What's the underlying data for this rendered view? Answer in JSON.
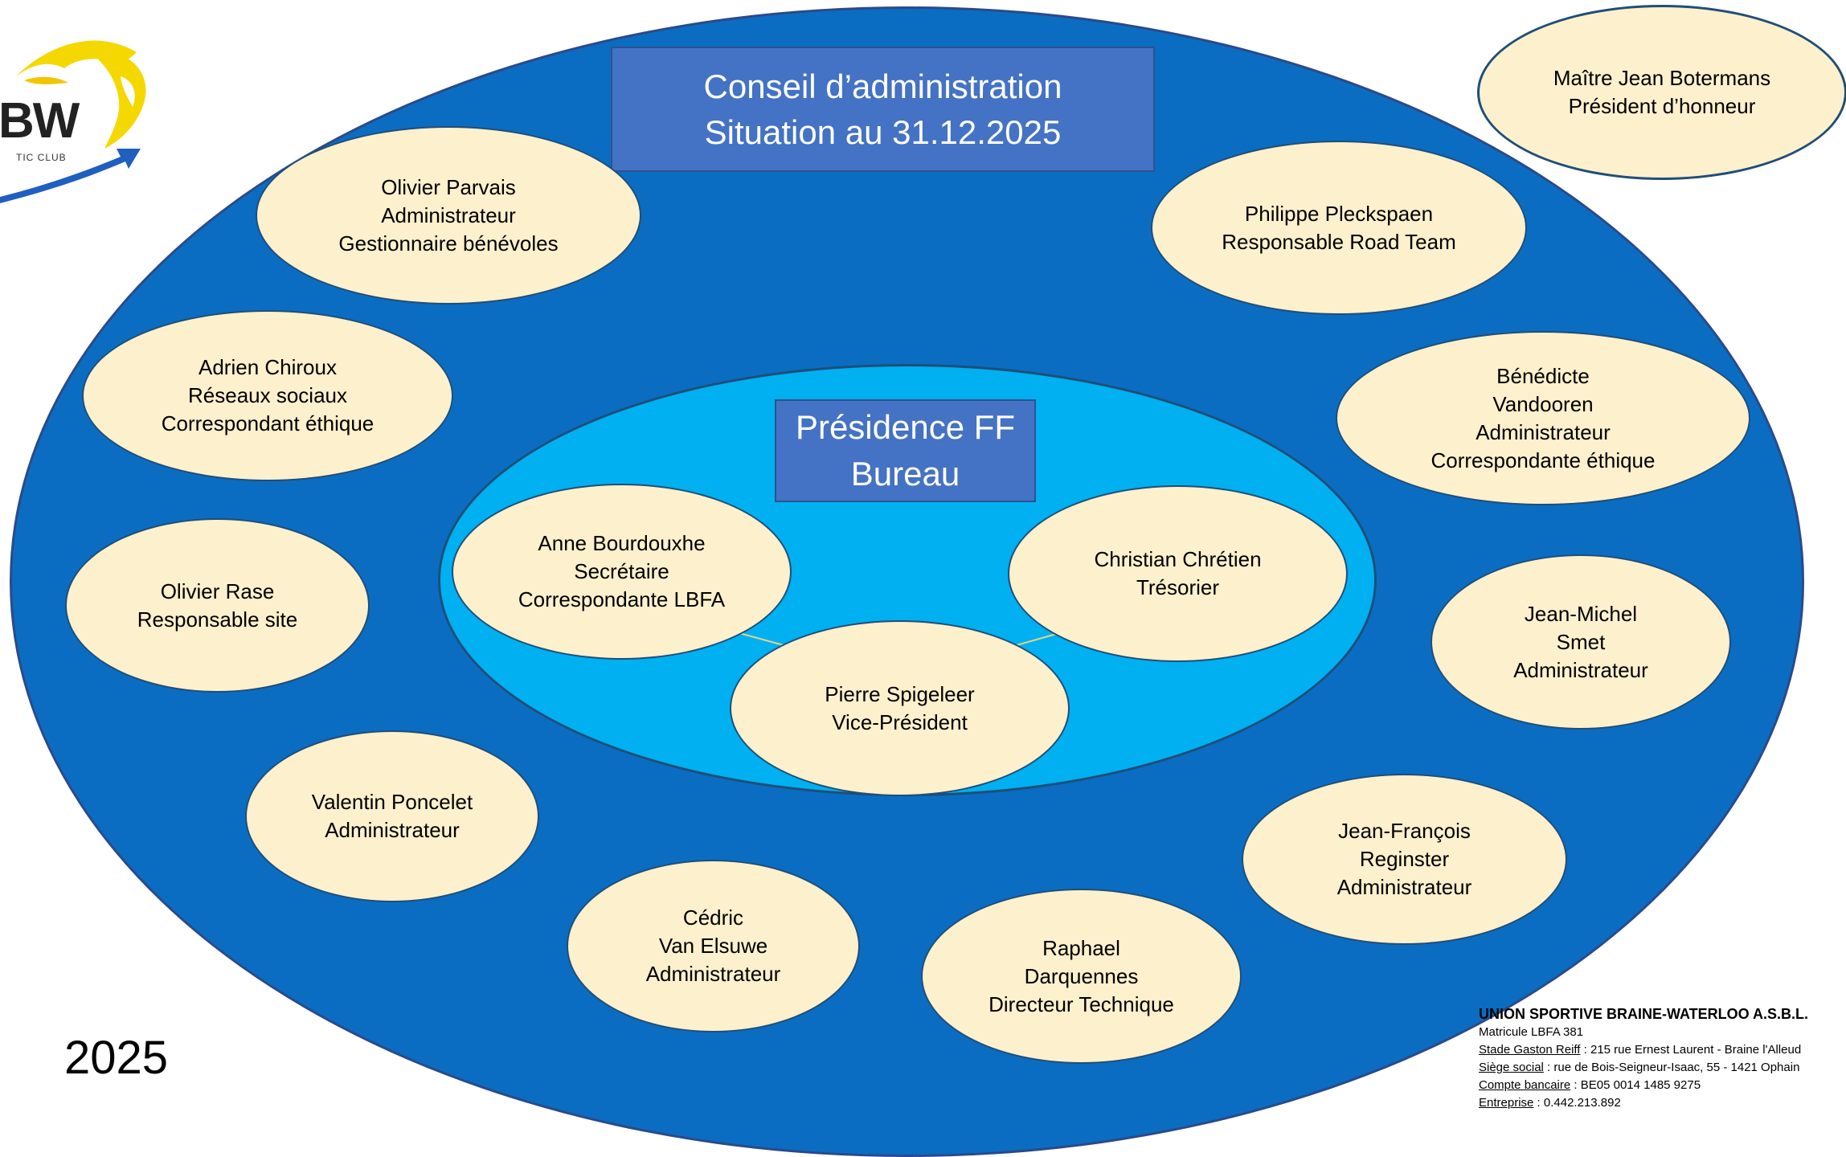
{
  "logo": {
    "text": "BW",
    "subtext": "TIC CLUB"
  },
  "council": {
    "title_line1": "Conseil d’administration",
    "title_line2": "Situation au 31.12.2025"
  },
  "bureau": {
    "title_line1": "Présidence FF",
    "title_line2": "Bureau"
  },
  "honorary": {
    "line1": "Maître Jean Botermans",
    "line2": "Président d’honneur"
  },
  "members": {
    "parvais": [
      "Olivier Parvais",
      "Administrateur",
      "Gestionnaire bénévoles"
    ],
    "chiroux": [
      "Adrien Chiroux",
      "Réseaux sociaux",
      "Correspondant éthique"
    ],
    "rase": [
      "Olivier Rase",
      "Responsable site"
    ],
    "poncelet": [
      "Valentin Poncelet",
      "Administrateur"
    ],
    "vanelsuwe": [
      "Cédric",
      "Van Elsuwe",
      "Administrateur"
    ],
    "darquennes": [
      "Raphael",
      "Darquennes",
      "Directeur Technique"
    ],
    "reginster": [
      "Jean-François",
      "Reginster",
      "Administrateur"
    ],
    "smet": [
      "Jean-Michel",
      "Smet",
      "Administrateur"
    ],
    "vandooren": [
      "Bénédicte",
      "Vandooren",
      "Administrateur",
      "Correspondante éthique"
    ],
    "pleckspaen": [
      "Philippe Pleckspaen",
      "Responsable Road Team"
    ]
  },
  "bureau_members": {
    "bourdouxhe": [
      "Anne Bourdouxhe",
      "Secrétaire",
      "Correspondante LBFA"
    ],
    "chretien": [
      "Christian Chrétien",
      "Trésorier"
    ],
    "spigeleer": [
      "Pierre Spigeleer",
      "Vice-Président"
    ]
  },
  "year": "2025",
  "footer": {
    "org": "UNION SPORTIVE BRAINE-WATERLOO A.S.B.L.",
    "matricule": "Matricule LBFA 381",
    "stade_label": "Stade Gaston Reiff",
    "stade_value": " : 215 rue Ernest Laurent - Braine l'Alleud",
    "siege_label": "Siège social",
    "siege_value": " : rue de Bois-Seigneur-Isaac, 55 - 1421 Ophain",
    "compte_label": "Compte bancaire",
    "compte_value": " : BE05 0014 1485 9275",
    "entreprise_label": "Entreprise",
    "entreprise_value": " : 0.442.213.892"
  },
  "colors": {
    "outer": "#0a6dc2",
    "inner": "#00b0f0",
    "node_fill": "#fdf0cc",
    "title_box": "#4472c4",
    "logo_yellow": "#f5d800",
    "logo_blue": "#1f5fc0"
  }
}
